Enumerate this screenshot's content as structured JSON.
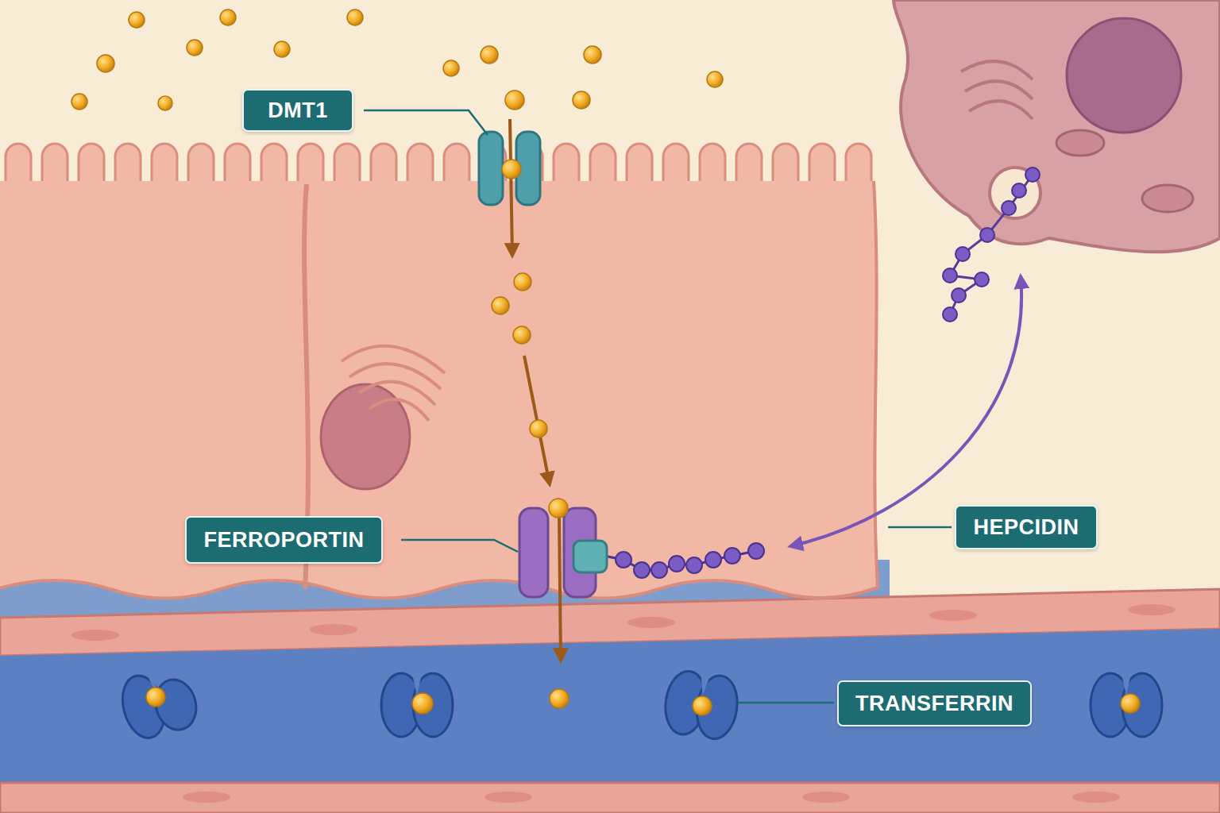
{
  "diagram": {
    "nodes": [
      {
        "text": [
          "DMT1"
        ]
      },
      {
        "text": [
          "FERROPORTIN"
        ]
      },
      {
        "text": [
          "HEPCIDIN"
        ]
      },
      {
        "text": [
          "TRANSFERRIN"
        ]
      }
    ]
  }
}
